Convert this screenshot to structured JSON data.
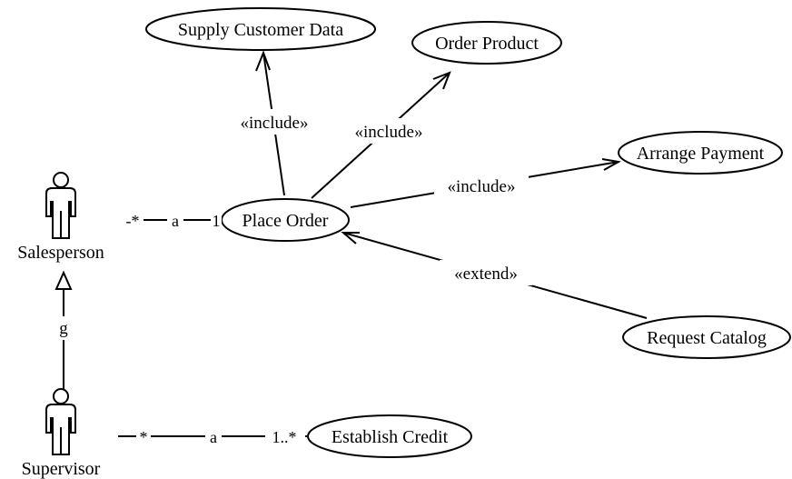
{
  "diagram": {
    "use_cases": {
      "supply_customer_data": "Supply Customer Data",
      "order_product": "Order Product",
      "arrange_payment": "Arrange Payment",
      "place_order": "Place Order",
      "request_catalog": "Request Catalog",
      "establish_credit": "Establish Credit"
    },
    "actors": {
      "salesperson": "Salesperson",
      "supervisor": "Supervisor"
    },
    "relationships": {
      "include_supply": "«include»",
      "include_order": "«include»",
      "include_payment": "«include»",
      "extend_catalog": "«extend»",
      "generalization": "g",
      "assoc_salesperson_name": "a",
      "assoc_salesperson_mult_actor": "-*",
      "assoc_salesperson_mult_usecase": "1",
      "assoc_supervisor_name": "a",
      "assoc_supervisor_mult_actor": "*",
      "assoc_supervisor_mult_usecase": "1..*"
    }
  }
}
